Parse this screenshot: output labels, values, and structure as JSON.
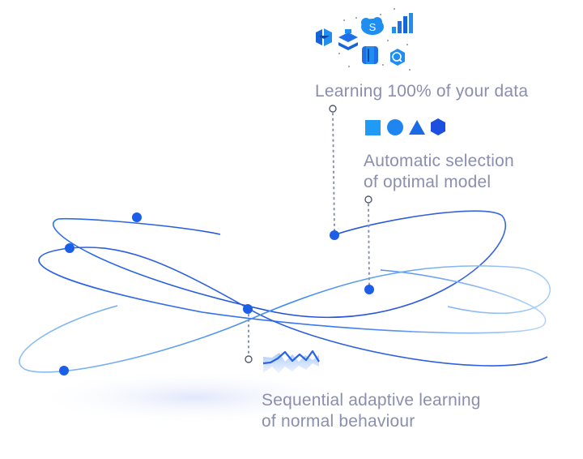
{
  "labels": {
    "data_learning": "Learning 100% of your data",
    "model_selection_line1": "Automatic selection",
    "model_selection_line2": "of optimal model",
    "sequential_line1": "Sequential adaptive learning",
    "sequential_line2": "of normal behaviour"
  },
  "data_source_icons": [
    "azure-icon",
    "databricks-icon",
    "salesforce-icon",
    "bar-chart-icon",
    "cosmos-db-icon",
    "bigquery-icon"
  ],
  "shape_icons": [
    "square-icon",
    "circle-icon",
    "triangle-icon",
    "hexagon-icon"
  ],
  "icon_glyphs": {
    "salesforce": "S"
  },
  "colors": {
    "orbit_dark": "#1f4fd8",
    "orbit_light": "#9ec9f2",
    "node": "#1b5ee8",
    "text": "#8a8fb0",
    "dots": "#8a8fb0",
    "icon_blue": "#1f8ef1",
    "shadow": "#e3e9fb"
  }
}
